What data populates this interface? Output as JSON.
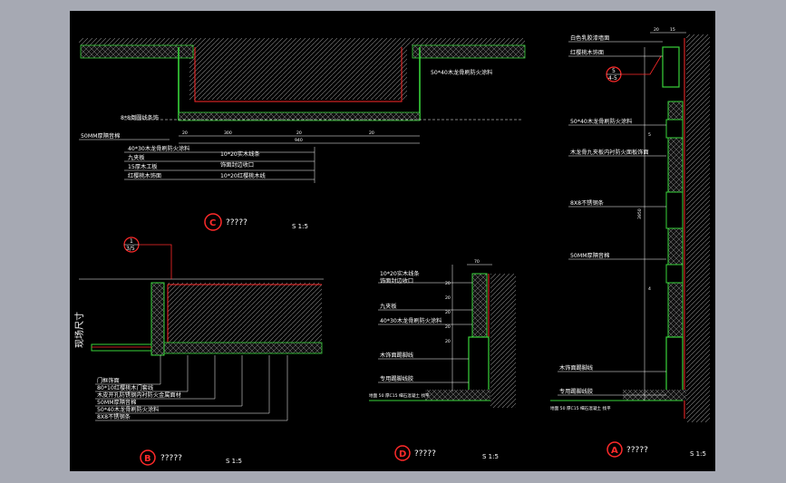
{
  "colors": {
    "frame": "#a6a9b3",
    "background": "#000000",
    "line": "#ffffff",
    "wall": "#ff2a2a",
    "green": "#38d33a",
    "hatch": "#9a9a9a",
    "marker": "#ff2a2a"
  },
  "detail_c": {
    "marker": "C",
    "title": "?????",
    "scale": "S 1:5",
    "label_tl": "50*40木龙骨刷防火涂料",
    "label_mid": "8*8倒圆线条饰",
    "labels_left": [
      "50MM厚隔音棉",
      "40*30木龙骨刷防火涂料",
      "九夹板",
      "15厚木工板",
      "红樱桃木饰面"
    ],
    "labels_right": [
      "10*20实木线条",
      "饰面封边收口",
      "10*20红樱桃木线"
    ],
    "dims": [
      "20",
      "300",
      "20",
      "20",
      "940"
    ]
  },
  "detail_b": {
    "marker": "B",
    "title": "?????",
    "scale": "S 1:5",
    "ref_num": "1",
    "ref_den": "3/5",
    "vertical": "现场尺寸",
    "labels": [
      "门框饰面",
      "80*10红樱桃木门套线",
      "木皮开孔防锈钢内衬防火金属面材",
      "50MM厚隔音棉",
      "50*40木龙骨刷防火涂料",
      "8X8不锈钢条"
    ]
  },
  "detail_d": {
    "marker": "D",
    "title": "?????",
    "scale": "S 1:5",
    "labels": [
      "10*20实木线条",
      "饰面封边收口",
      "九夹板",
      "40*30木龙骨刷防火涂料",
      "木饰面踢脚线",
      "专用踢脚线胶"
    ],
    "floor": "地面 50 厚C15 细石混凝土 找平",
    "dims": [
      "70",
      "20",
      "20",
      "20",
      "20",
      "20"
    ]
  },
  "detail_a": {
    "marker": "A",
    "title": "?????",
    "scale": "S 1:5",
    "ref_num": "5",
    "ref_den": "4-5",
    "labels": [
      "白色乳胶漆墙面",
      "红樱桃木饰面",
      "50*40木龙骨刷防火涂料",
      "木龙骨九夹板内衬防火面板饰面",
      "8X8不锈钢条",
      "50MM厚隔音棉",
      "木饰面踢脚线",
      "专用踢脚线胶"
    ],
    "floor": "地面 50 厚C15 细石混凝土 找平",
    "dims": [
      "20",
      "15",
      "3950",
      "5",
      "4"
    ]
  }
}
